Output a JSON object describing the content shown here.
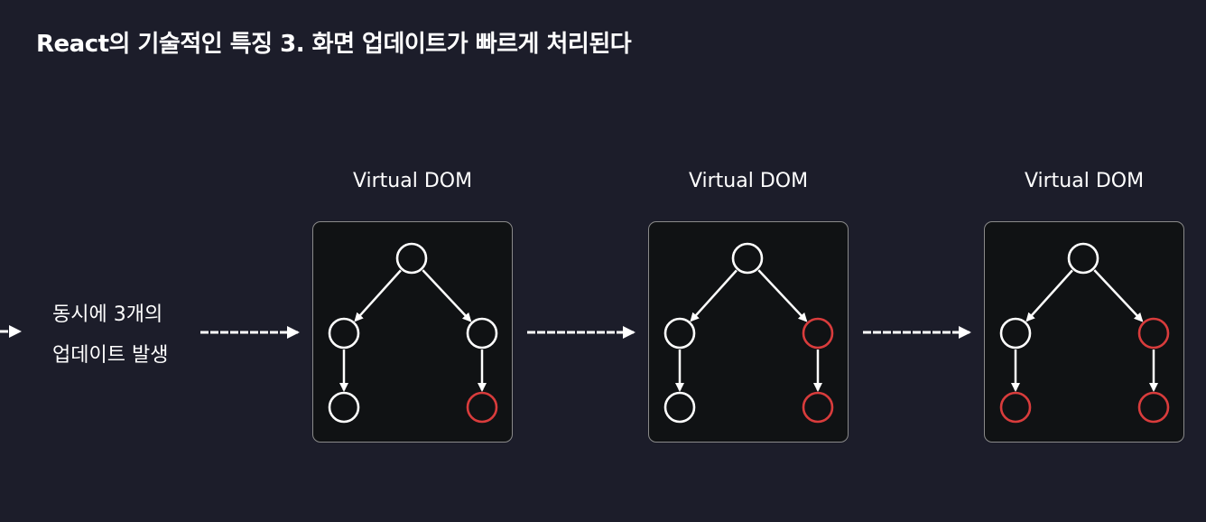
{
  "title": "React의 기술적인 특징 3. 화면 업데이트가 빠르게 처리된다",
  "caption": {
    "line1": "동시에 3개의",
    "line2": "업데이트 발생"
  },
  "panels": [
    {
      "label": "Virtual DOM",
      "highlighted_nodes": [
        "bottom-right"
      ]
    },
    {
      "label": "Virtual DOM",
      "highlighted_nodes": [
        "right",
        "bottom-right"
      ]
    },
    {
      "label": "Virtual DOM",
      "highlighted_nodes": [
        "right",
        "bottom-right",
        "bottom-left"
      ]
    }
  ],
  "colors": {
    "background": "#1c1d2a",
    "node": "#ffffff",
    "changed_node": "#d93c3c",
    "box": "#101214",
    "border": "#8a8a8a"
  }
}
